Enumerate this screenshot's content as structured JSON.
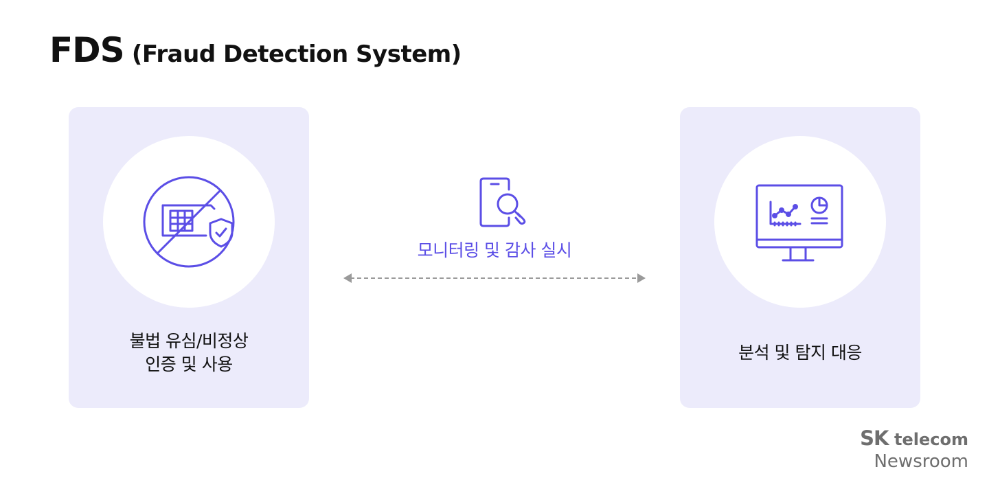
{
  "title": {
    "main": "FDS",
    "sub": "(Fraud Detection System)"
  },
  "left_card": {
    "icon": "forbidden-sim-shield-icon",
    "label_line1": "불법 유심/비정상",
    "label_line2": "인증 및 사용"
  },
  "center": {
    "icon": "phone-magnifier-icon",
    "label": "모니터링 및 감사 실시",
    "connector": "bidirectional-dashed-arrow"
  },
  "right_card": {
    "icon": "monitor-analytics-icon",
    "label": "분석 및 탐지 대응"
  },
  "brand": {
    "sk": "SK",
    "telecom": "telecom",
    "newsroom": "Newsroom"
  },
  "colors": {
    "accent": "#5b4ee6",
    "card_bg": "#ecebfb",
    "arrow": "#9a9a9a",
    "text": "#111111",
    "brand": "#6e6e6e"
  }
}
